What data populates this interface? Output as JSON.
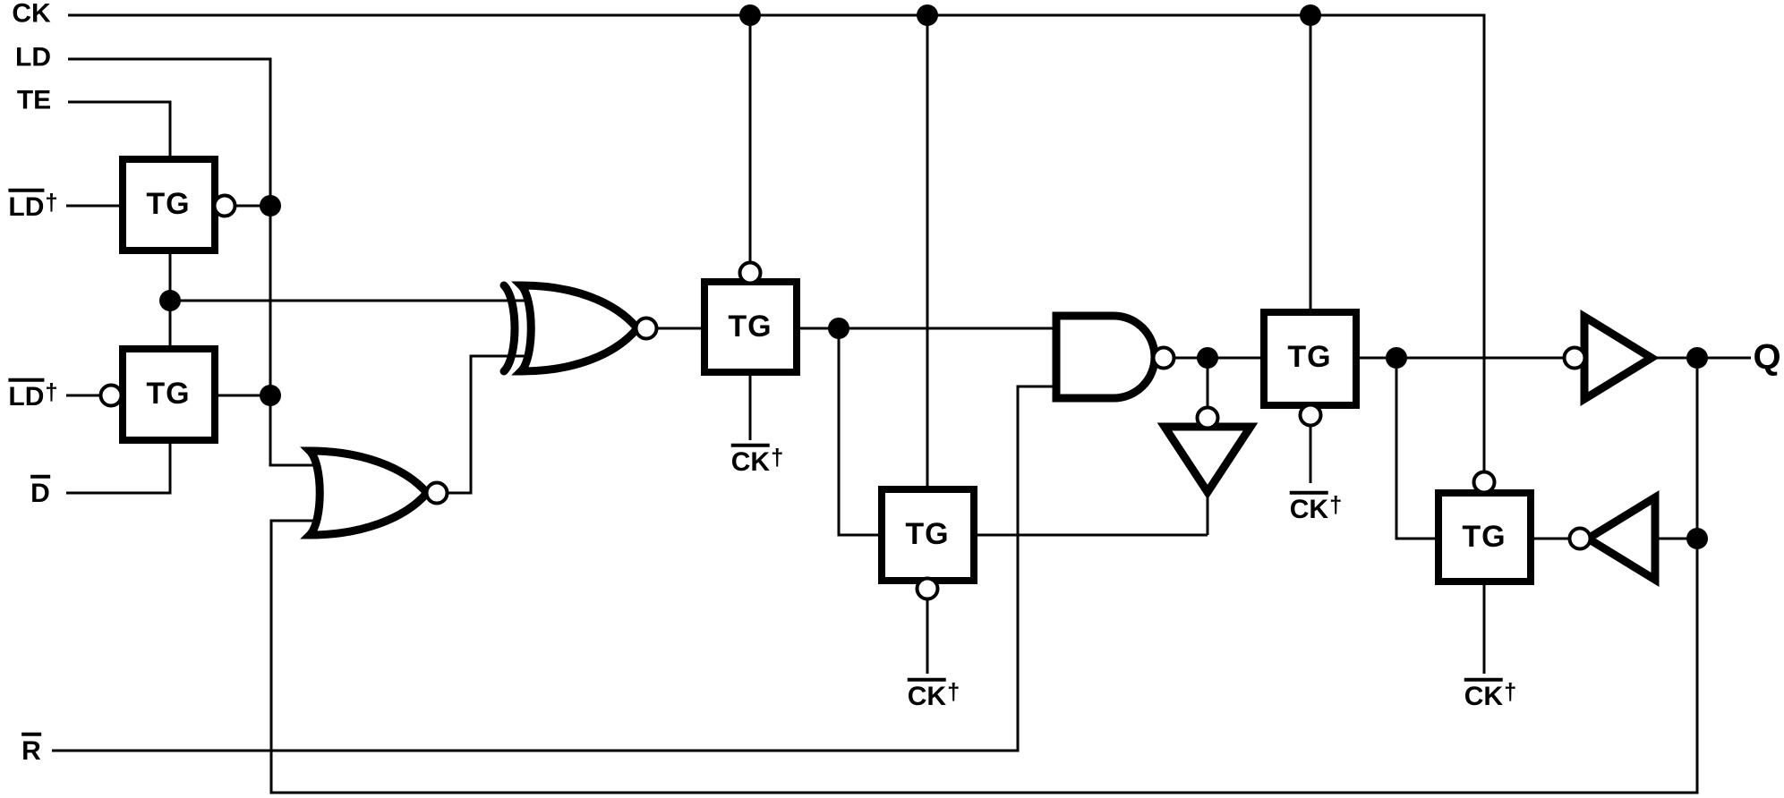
{
  "diagram": {
    "type": "logic-schematic",
    "colors": {
      "ink": "#000000",
      "background": "#ffffff"
    }
  },
  "labels": {
    "ck": "CK",
    "ld": "LD",
    "te": "TE",
    "ld_bar": "LD",
    "d_bar": "D",
    "r_bar": "R",
    "ck_bar": "CK",
    "dagger": "†",
    "tg": "TG",
    "q": "Q"
  },
  "components": {
    "transmission_gate_count": 6,
    "icons": [
      "transmission-gate",
      "xnor-gate",
      "nor-gate",
      "nand-gate",
      "inverter",
      "output-buffer",
      "feedback-inverter",
      "junction-dot",
      "inversion-bubble"
    ]
  }
}
